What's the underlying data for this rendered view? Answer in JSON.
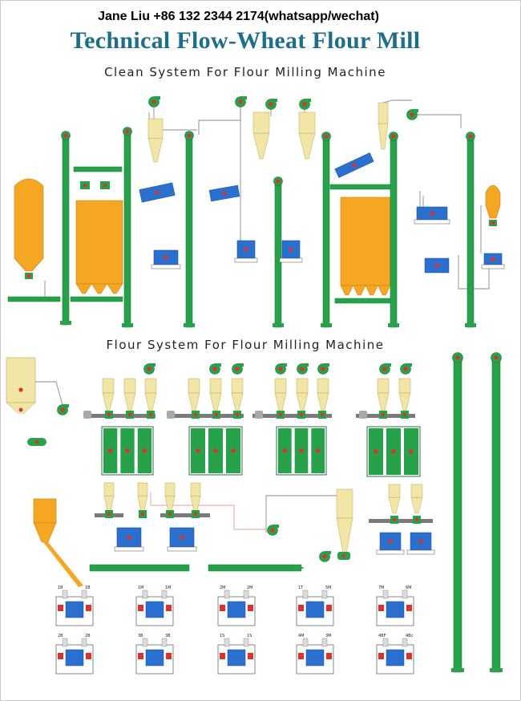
{
  "contact": "Jane Liu +86 132 2344 2174(whatsapp/wechat)",
  "title": "Technical Flow-Wheat Flour Mill",
  "clean_section_title": "Clean System For  Flour Milling Machine",
  "flour_section_title": "Flour System For Flour Milling Machine",
  "colors": {
    "title": "#1c6e8a",
    "equipment_green": "#27a24a",
    "silo_orange": "#f5a623",
    "machine_blue": "#2b6fcf",
    "cyclone_yellow": "#f2e6a6",
    "red_dot": "#d9342b",
    "duct_gray": "#8a8a8a"
  },
  "roller_mill_labels": [
    [
      "1B",
      "1B"
    ],
    [
      "1M",
      "1M"
    ],
    [
      "2M",
      "2M"
    ],
    [
      "1T",
      "5M"
    ],
    [
      "7M",
      "6M"
    ],
    [
      "2B",
      "2B"
    ],
    [
      "3B",
      "3B"
    ],
    [
      "1S",
      "1S"
    ],
    [
      "4M",
      "3M"
    ],
    [
      "4BF",
      "4Bc"
    ]
  ]
}
